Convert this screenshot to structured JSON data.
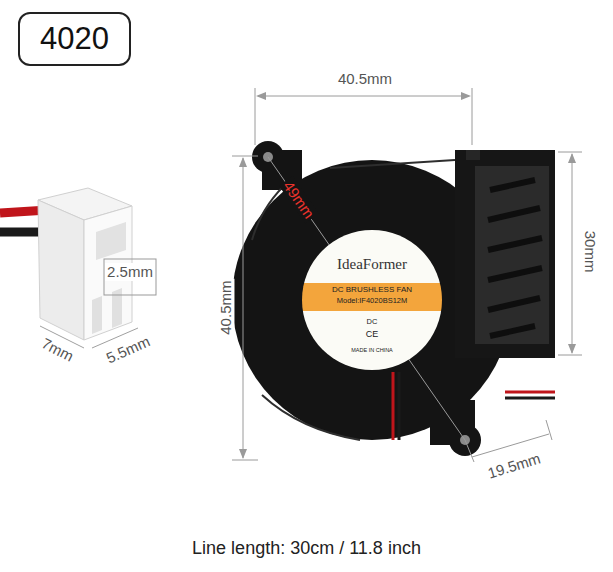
{
  "diagram": {
    "caption": "Line length: 30cm / 11.8 inch",
    "nodes": [
      {
        "text": [
          "4020"
        ]
      },
      {
        "text": [
          "IdeaFormer",
          "DC BRUSHLESS FAN",
          "Model:IF4020BS12M",
          "DC",
          "CE",
          "MADE IN CHINA"
        ]
      }
    ],
    "labels": [
      "40.5mm",
      "40.5mm",
      "30mm",
      "49mm",
      "19.5mm",
      "2.5mm",
      "7mm",
      "5.5mm"
    ]
  }
}
